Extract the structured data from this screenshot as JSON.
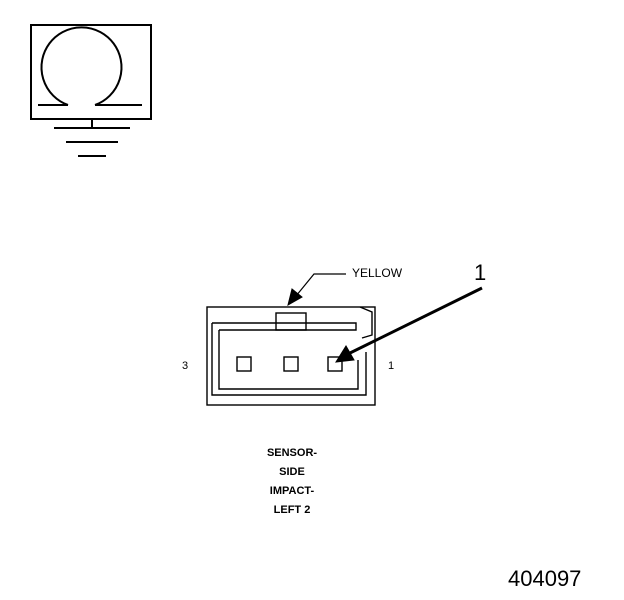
{
  "symbol": {
    "icon": "ground-omega-icon"
  },
  "connector": {
    "wire_color": "YELLOW",
    "callout": "1",
    "pin_left": "3",
    "pin_right": "1"
  },
  "caption": [
    "SENSOR-",
    "SIDE",
    "IMPACT-",
    "LEFT 2"
  ],
  "figure_number": "404097"
}
